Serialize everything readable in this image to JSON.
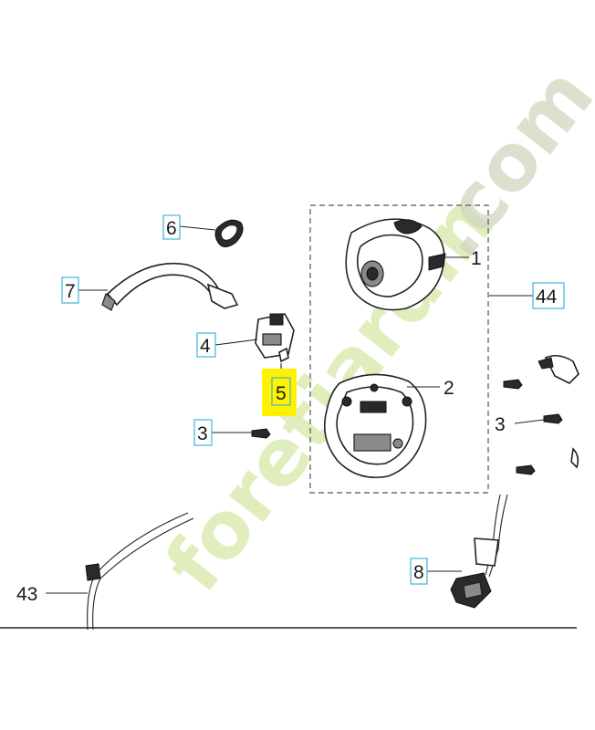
{
  "diagram": {
    "labels": {
      "p1": "1",
      "p2": "2",
      "p3a": "3",
      "p3b": "3",
      "p4": "4",
      "p5": "5",
      "p6": "6",
      "p7": "7",
      "p8": "8",
      "p43": "43",
      "p44": "44"
    },
    "highlight_color": "#fff200",
    "watermark": {
      "text_main": "foretjardin",
      "text_suffix": ".com"
    }
  }
}
